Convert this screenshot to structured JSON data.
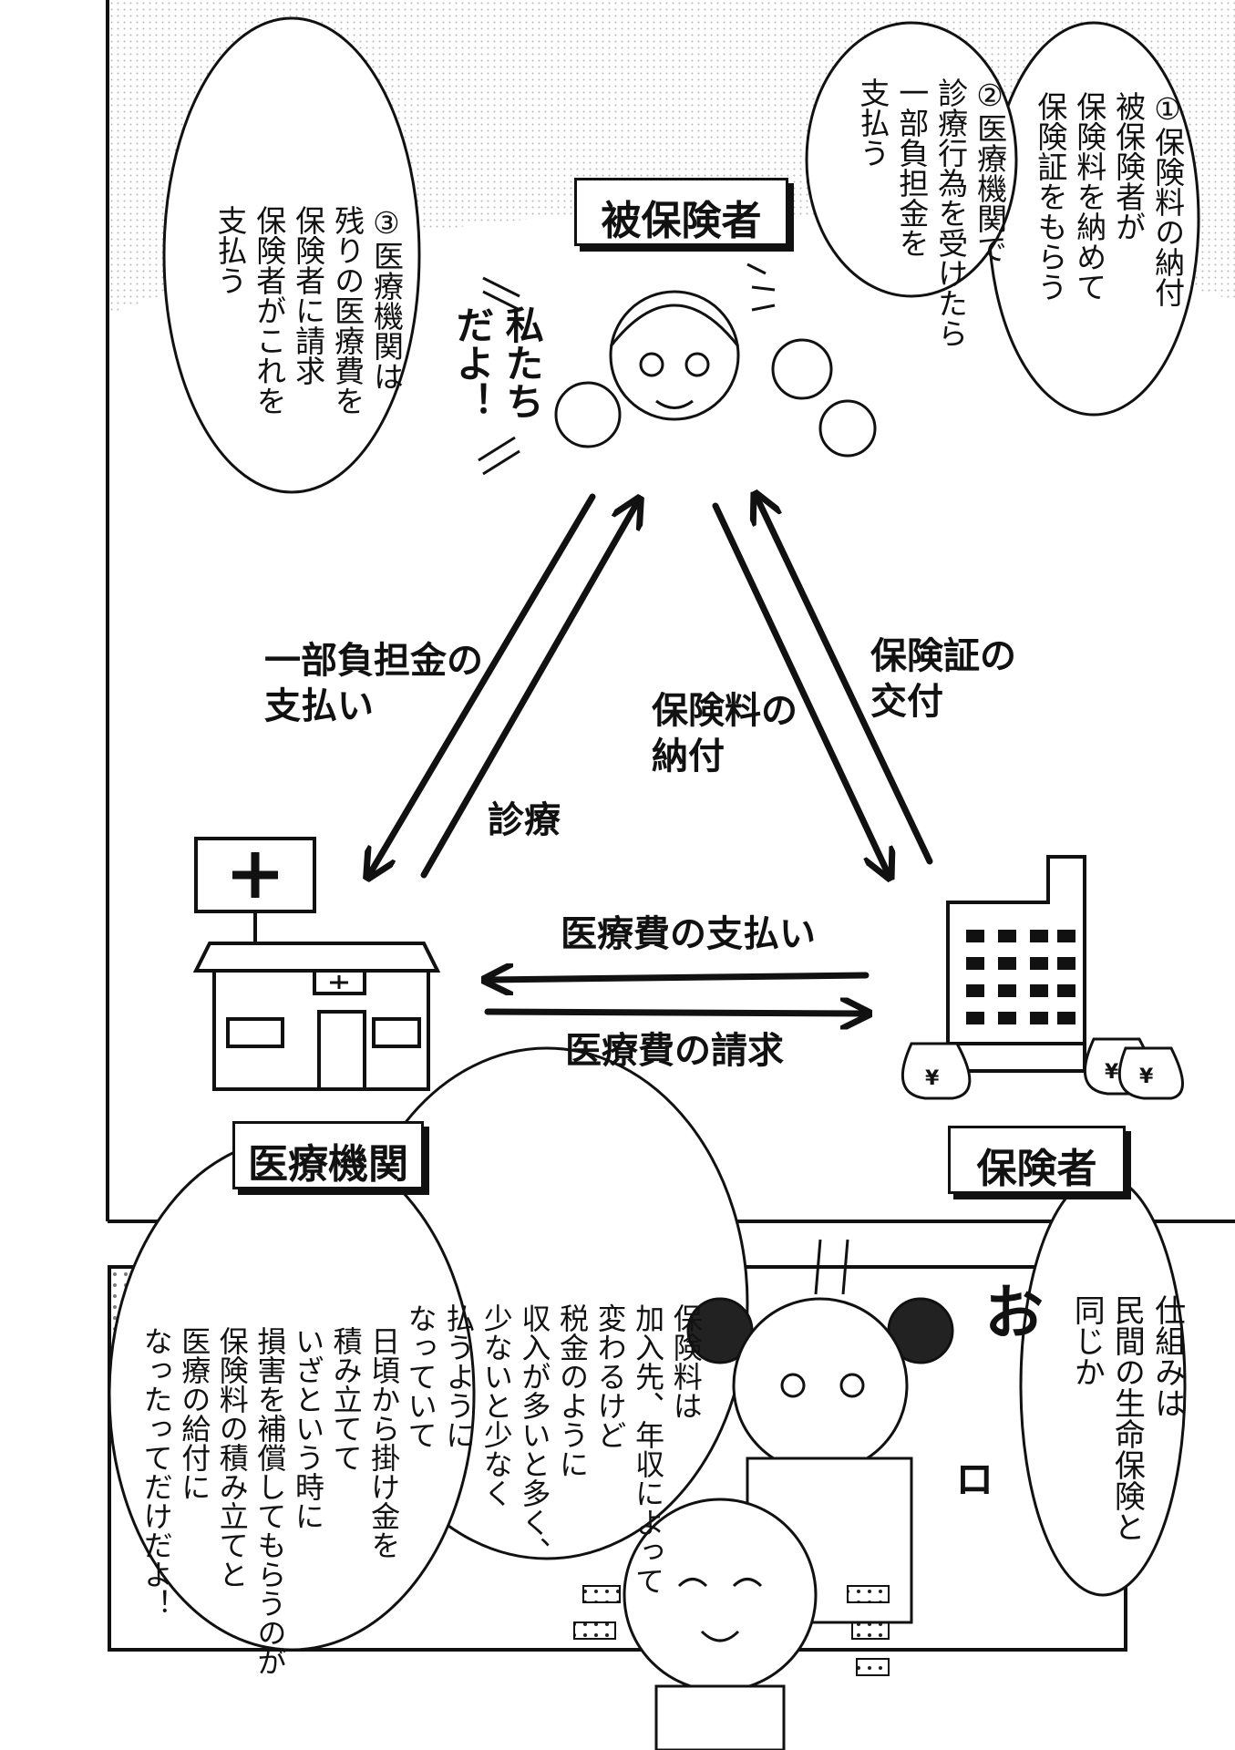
{
  "diagram": {
    "roles": {
      "insured": "被保険者",
      "medical_institution": "医療機関",
      "insurer": "保険者"
    },
    "steps": {
      "step1": "①保険料の納付\n被保険者が\n保険料を納めて\n保険証をもらう",
      "step2": "②医療機関で\n診療行為を受けたら\n一部負担金を\n支払う",
      "step3": "③医療機関は\n残りの医療費を\n保険者に請求\n保険者がこれを\n支払う"
    },
    "arrows": {
      "copay": "一部負担金の\n支払い",
      "treatment": "診療",
      "premium": "保険料の\n納付",
      "card": "保険証の\n交付",
      "payment": "医療費の支払い",
      "claim": "医療費の請求"
    },
    "insured_shout": "私たち\nだよ！"
  },
  "dialogue": {
    "friend_line": "仕組みは\n民間の生命保険と\n同じか",
    "sfx_oh": "お",
    "sfx_ro": "ロ",
    "explanation_1": "保険料は\n加入先、年収によって\n変わるけど\n税金のように\n収入が多いと多く、\n少ないと少なく\n払うように\nなっていて",
    "explanation_2": "日頃から掛け金を\n積み立てて\nいざという時に\n損害を補償してもらうのが\n保険料の積み立てと\n医療の給付に\nなったってだけだよ！"
  },
  "icons": [
    "hospital-icon",
    "insurer-building-icon",
    "money-bag-icon",
    "yen-icon"
  ],
  "colors": {
    "ink": "#111111",
    "paper": "#ffffff",
    "screentone": "#cfcfcf"
  }
}
